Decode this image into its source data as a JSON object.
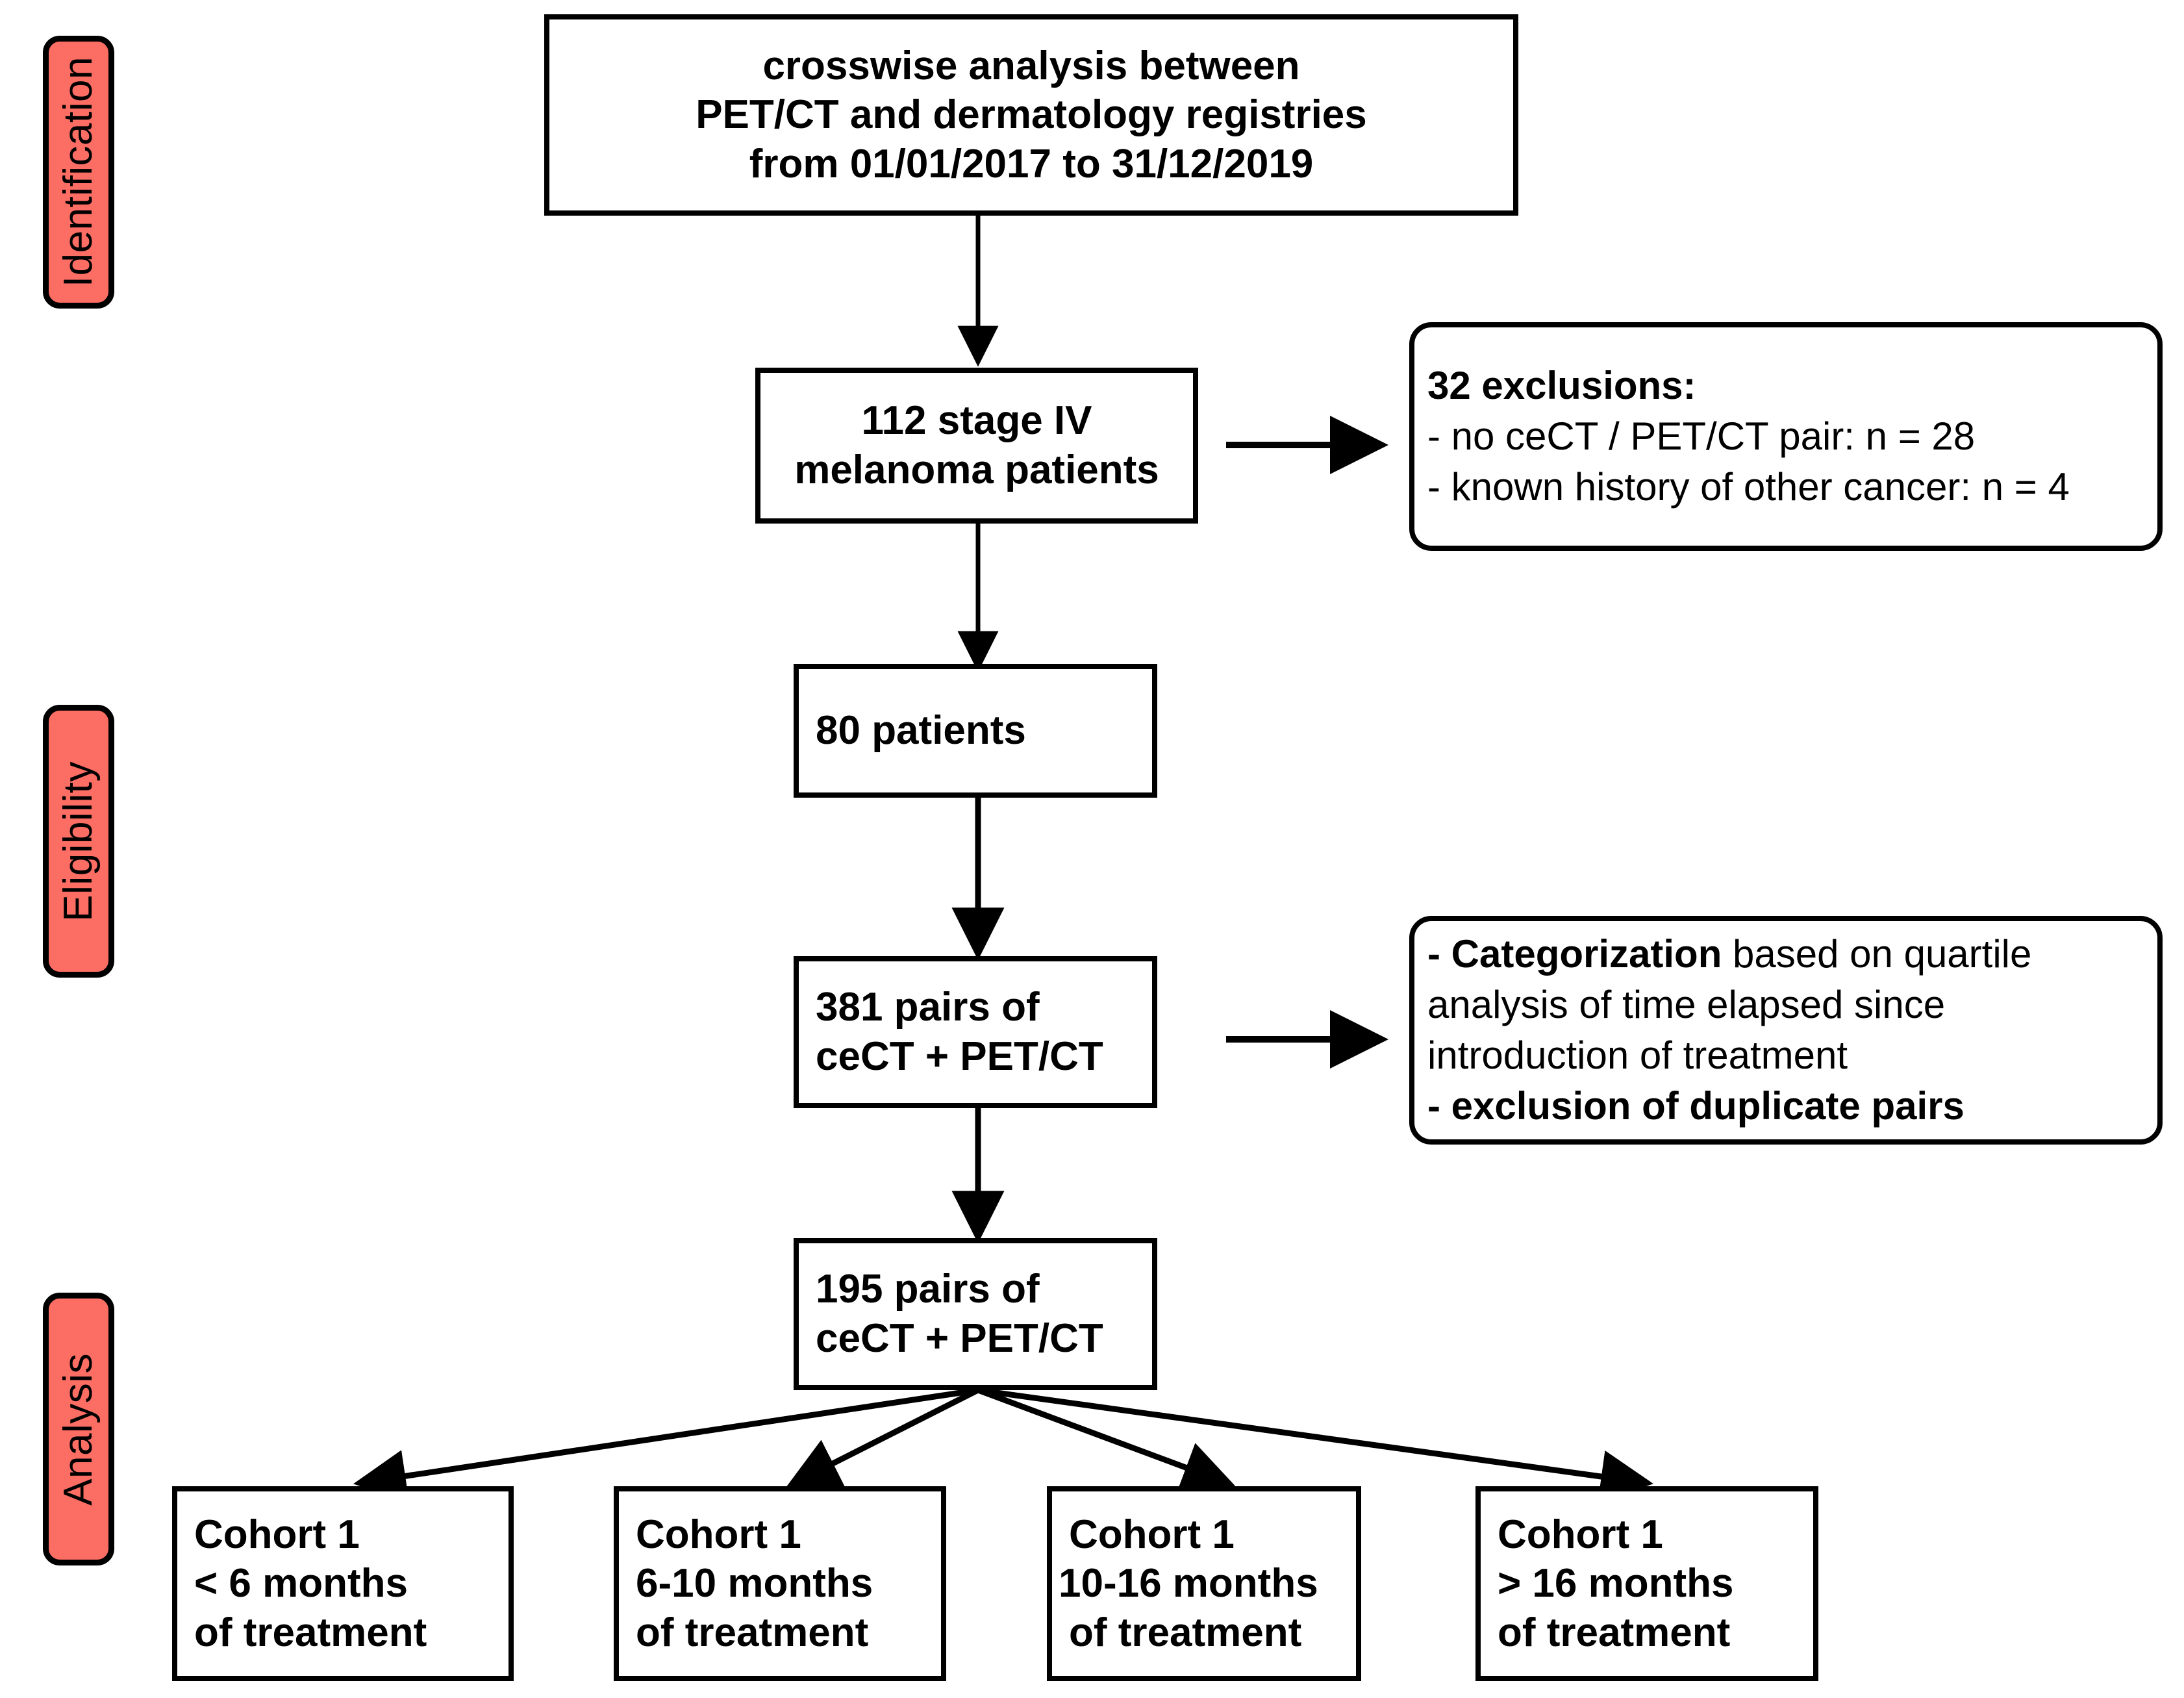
{
  "figure": {
    "type": "flow-diagram",
    "title": "Patient selection flowchart",
    "accent_color": "#fc6d64",
    "line_color": "#000000",
    "background": "#ffffff"
  },
  "stages": [
    {
      "label": "Identification"
    },
    {
      "label": "Eligibility"
    },
    {
      "label": "Analysis"
    }
  ],
  "boxes": {
    "source": {
      "lines": [
        "crosswise analysis between",
        "PET/CT and dermatology registries",
        "from 01/01/2017 to 31/12/2019"
      ]
    },
    "screened": {
      "lines": [
        "112 stage IV",
        "melanoma patients"
      ]
    },
    "included_patients": {
      "lines": [
        "80 patients"
      ]
    },
    "all_pairs": {
      "lines": [
        "381 pairs of",
        "ceCT + PET/CT"
      ]
    },
    "analysed_pairs": {
      "lines": [
        "195 pairs of",
        "ceCT + PET/CT"
      ]
    }
  },
  "notes": {
    "exclusions": {
      "heading": "32 exclusions:",
      "items": [
        "- no ceCT / PET/CT pair: n = 28",
        "- known history of other cancer: n = 4"
      ]
    },
    "categorization": {
      "item_1_bold": "- Categorization",
      "item_1_rest": " based on quartile analysis of time elapsed since introduction of treatment",
      "item_2": "- exclusion of duplicate pairs"
    }
  },
  "cohorts": [
    {
      "name": "Cohort 1",
      "range": "< 6 months",
      "suffix": "of treatment"
    },
    {
      "name": "Cohort 1",
      "range": "6-10 months",
      "suffix": "of treatment"
    },
    {
      "name": "Cohort 1",
      "range": "10-16 months",
      "suffix": "of treatment"
    },
    {
      "name": "Cohort 1",
      "range": "> 16 months",
      "suffix": "of treatment"
    }
  ]
}
